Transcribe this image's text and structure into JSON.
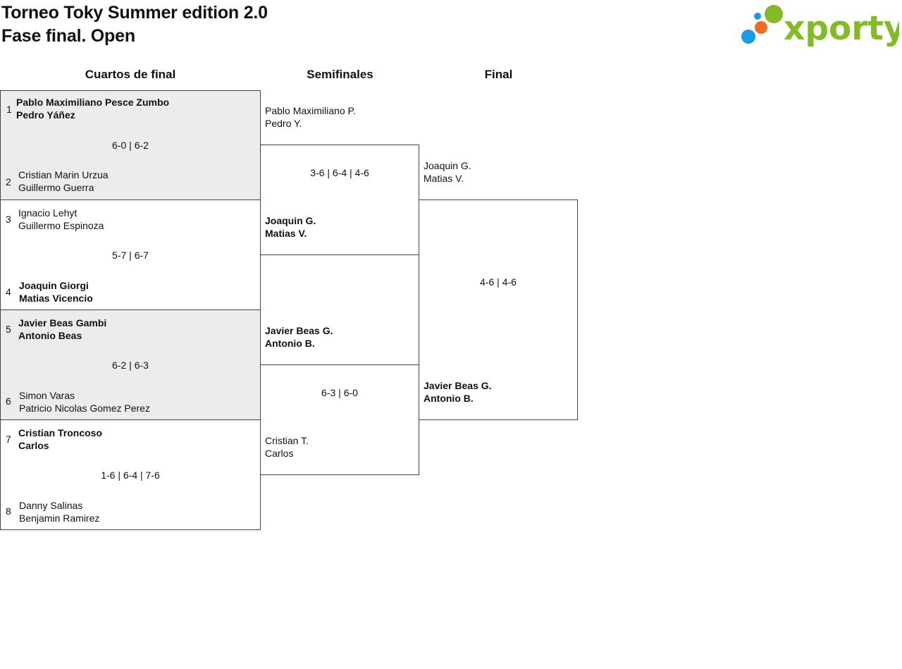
{
  "header": {
    "title": "Torneo Toky Summer edition 2.0",
    "subtitle": "Fase final. Open",
    "logo_text": "xporty",
    "logo_colors": {
      "blue": "#1a9be6",
      "orange": "#ee6c1b",
      "green": "#82bb26"
    }
  },
  "columns": [
    "Cuartos de final",
    "Semifinales",
    "Final"
  ],
  "quarterfinals": [
    {
      "top": {
        "seed": "1",
        "players": [
          "Pablo Maximiliano Pesce Zumbo",
          "Pedro Yáñez"
        ],
        "winner": true
      },
      "score": "6-0 | 6-2",
      "bottom": {
        "seed": "2",
        "players": [
          "Cristian Marin Urzua",
          "Guillermo Guerra"
        ],
        "winner": false
      }
    },
    {
      "top": {
        "seed": "3",
        "players": [
          "Ignacio Lehyt",
          "Guillermo Espinoza"
        ],
        "winner": false
      },
      "score": "5-7 | 6-7",
      "bottom": {
        "seed": "4",
        "players": [
          "Joaquin Giorgi",
          "Matias Vicencio"
        ],
        "winner": true
      }
    },
    {
      "top": {
        "seed": "5",
        "players": [
          "Javier Beas Gambi",
          "Antonio Beas"
        ],
        "winner": true
      },
      "score": "6-2 | 6-3",
      "bottom": {
        "seed": "6",
        "players": [
          "Simon Varas",
          "Patricio Nicolas Gomez Perez"
        ],
        "winner": false
      }
    },
    {
      "top": {
        "seed": "7",
        "players": [
          "Cristian Troncoso",
          "Carlos"
        ],
        "winner": true
      },
      "score": "1-6 | 6-4 | 7-6",
      "bottom": {
        "seed": "8",
        "players": [
          "Danny Salinas",
          "Benjamin Ramirez"
        ],
        "winner": false
      }
    }
  ],
  "semifinals": [
    {
      "top": {
        "players": [
          "Pablo Maximiliano P.",
          "Pedro Y."
        ],
        "winner": false
      },
      "score": "3-6 | 6-4 | 4-6",
      "bottom": {
        "players": [
          "Joaquin G.",
          "Matias V."
        ],
        "winner": true
      }
    },
    {
      "top": {
        "players": [
          "Javier Beas G.",
          "Antonio B."
        ],
        "winner": true
      },
      "score": "6-3 | 6-0",
      "bottom": {
        "players": [
          "Cristian T.",
          "Carlos"
        ],
        "winner": false
      }
    }
  ],
  "final": {
    "top": {
      "players": [
        "Joaquin G.",
        "Matias V."
      ],
      "winner": false
    },
    "score": "4-6 | 4-6",
    "bottom": {
      "players": [
        "Javier Beas G.",
        "Antonio B."
      ],
      "winner": true
    }
  }
}
